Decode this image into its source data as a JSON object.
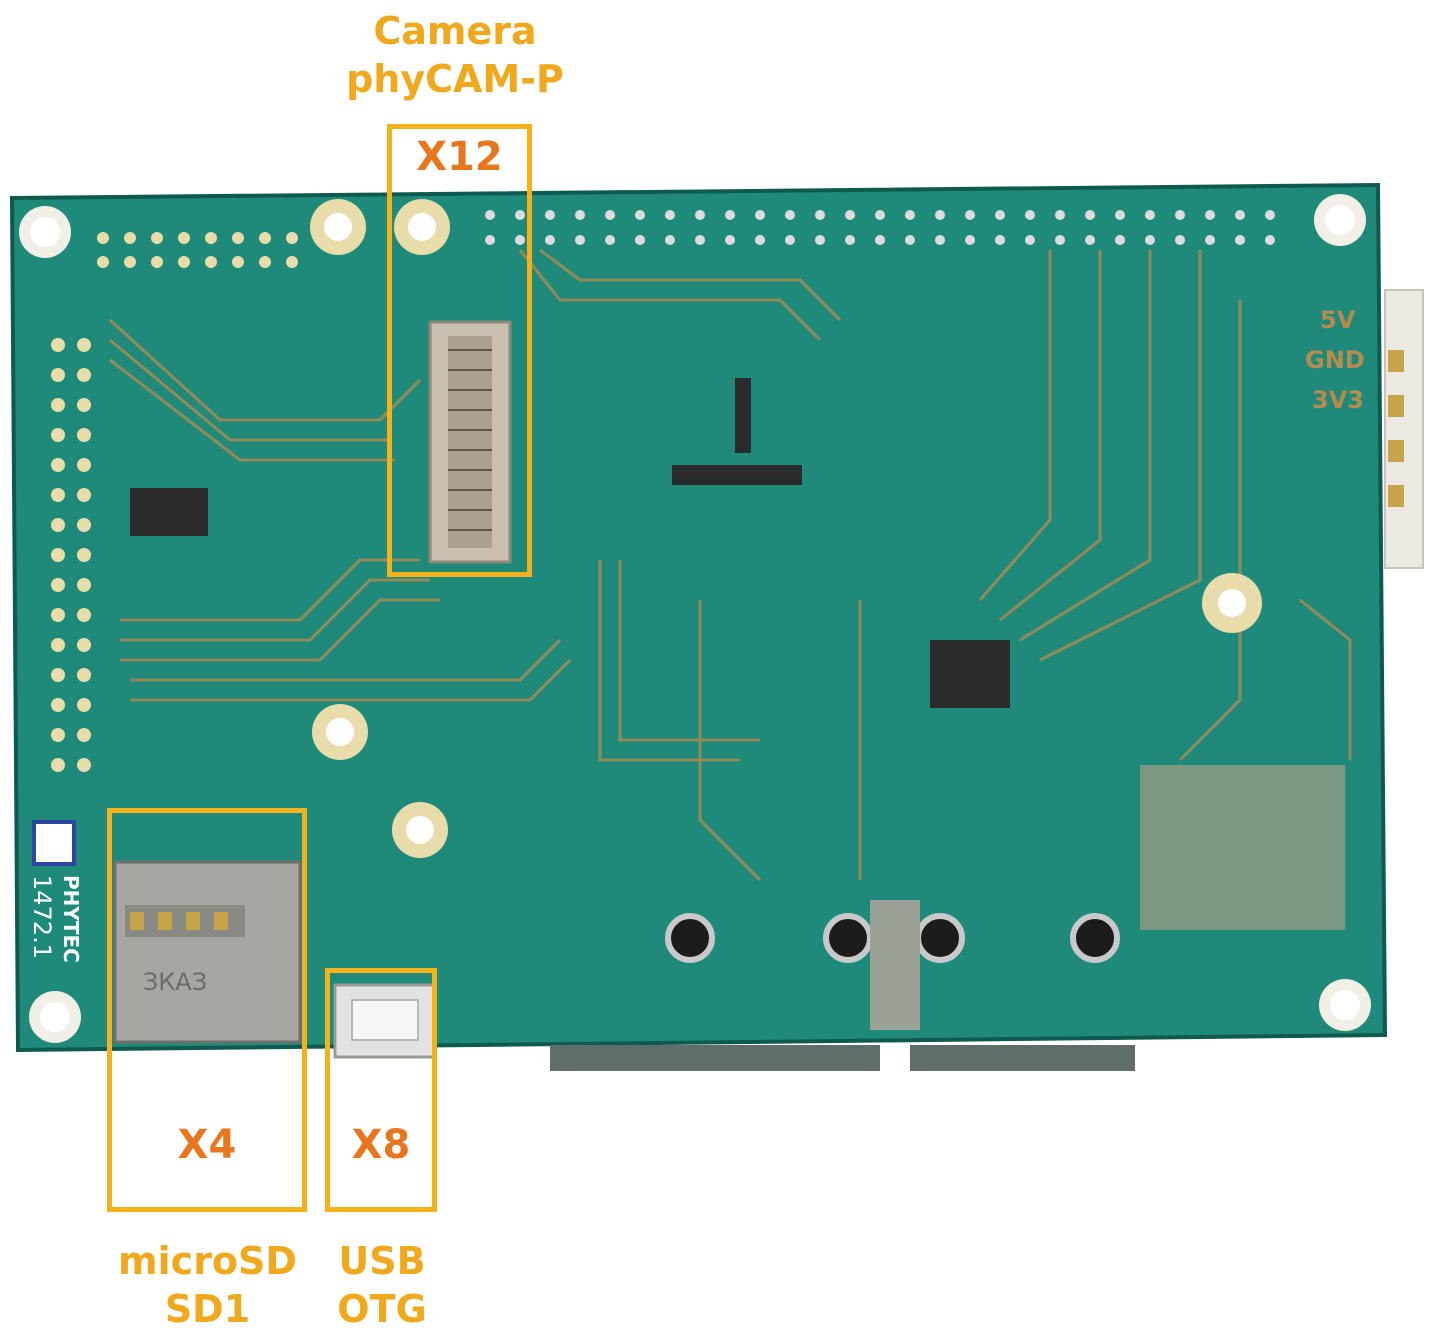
{
  "board": {
    "pcb_color": "#1f8a7a",
    "trace_color": "#b98a4e",
    "pad_color": "#d9d9d9",
    "silk_power_labels": [
      "5V",
      "GND",
      "3V3"
    ],
    "logo_text": "PHYTEC",
    "board_number": "1472.1",
    "sd_card_marking": "ЗКАЗ"
  },
  "callouts": {
    "camera": {
      "title": "Camera",
      "subtitle": "phyCAM-P",
      "connector": "X12"
    },
    "microsd": {
      "title": "microSD",
      "subtitle": "SD1",
      "connector": "X4"
    },
    "usb": {
      "title": "USB",
      "subtitle": "OTG",
      "connector": "X8"
    }
  },
  "colors": {
    "highlight_box": "#f3b21c",
    "caption_text": "#f0a81c",
    "connector_text": "#e8761e"
  }
}
